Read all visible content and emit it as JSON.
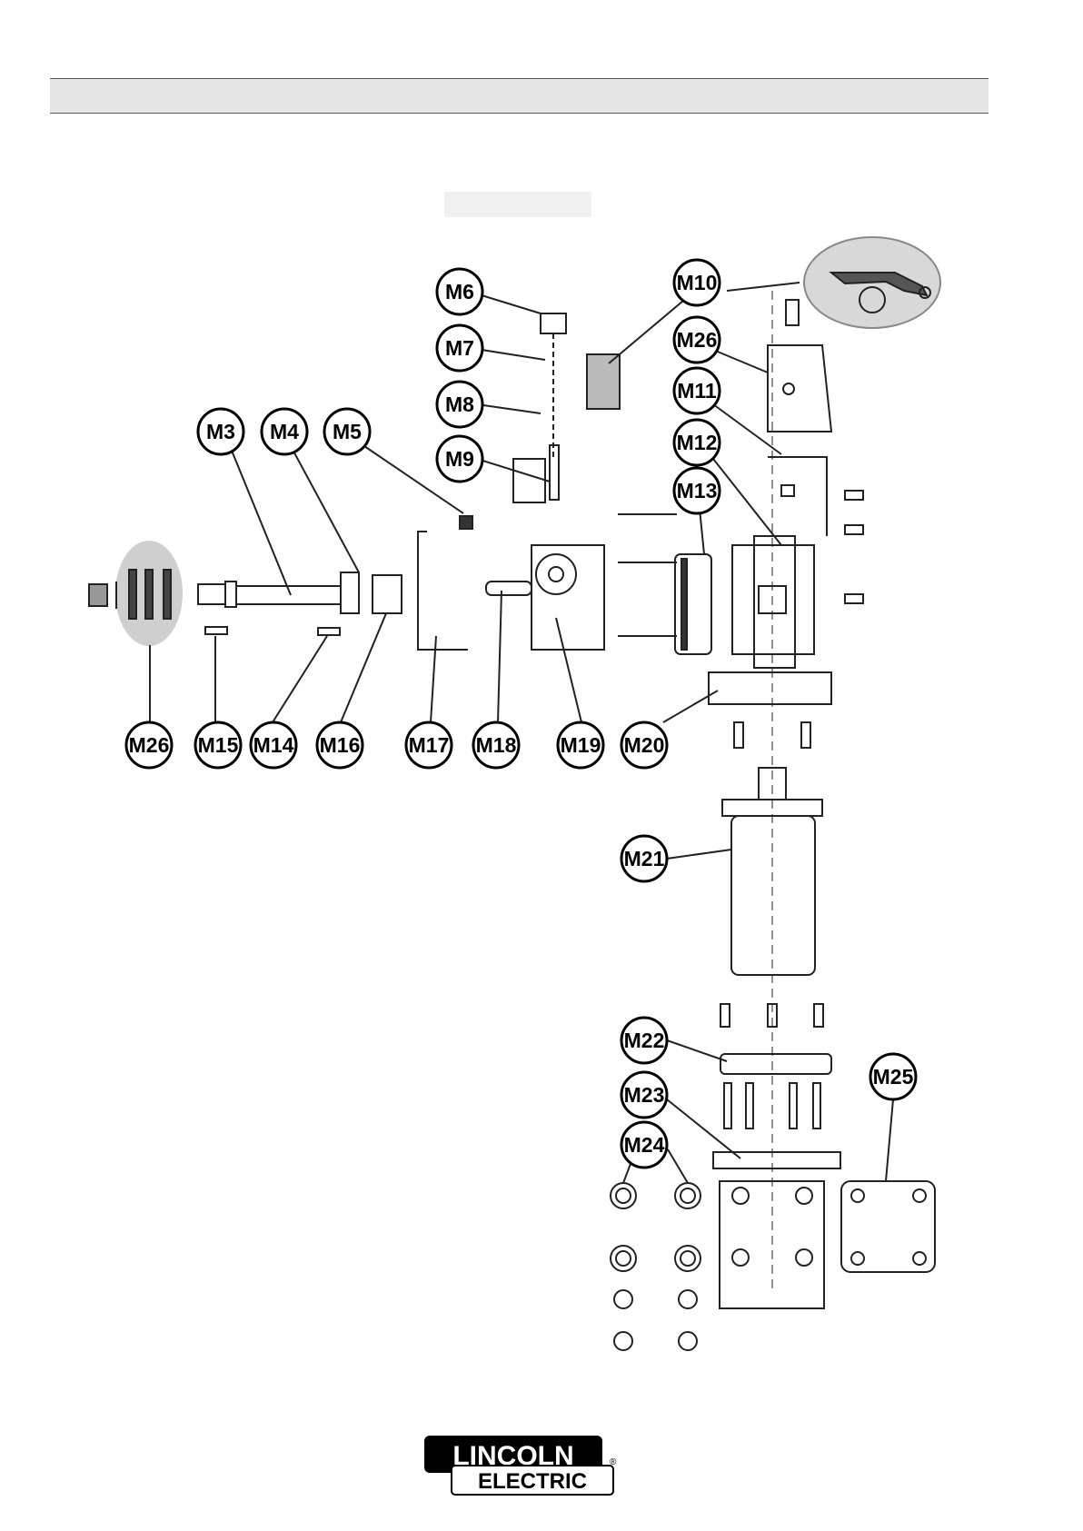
{
  "header": {
    "title": "",
    "background": "#e6e6e6"
  },
  "diagram": {
    "callouts": [
      "M3",
      "M4",
      "M5",
      "M6",
      "M7",
      "M8",
      "M9",
      "M10",
      "M26",
      "M11",
      "M12",
      "M13",
      "M26",
      "M15",
      "M14",
      "M16",
      "M17",
      "M18",
      "M19",
      "M20",
      "M21",
      "M22",
      "M23",
      "M24",
      "M25"
    ]
  },
  "logo": {
    "top": "LINCOLN",
    "bottom": "ELECTRIC",
    "mark": "®"
  }
}
